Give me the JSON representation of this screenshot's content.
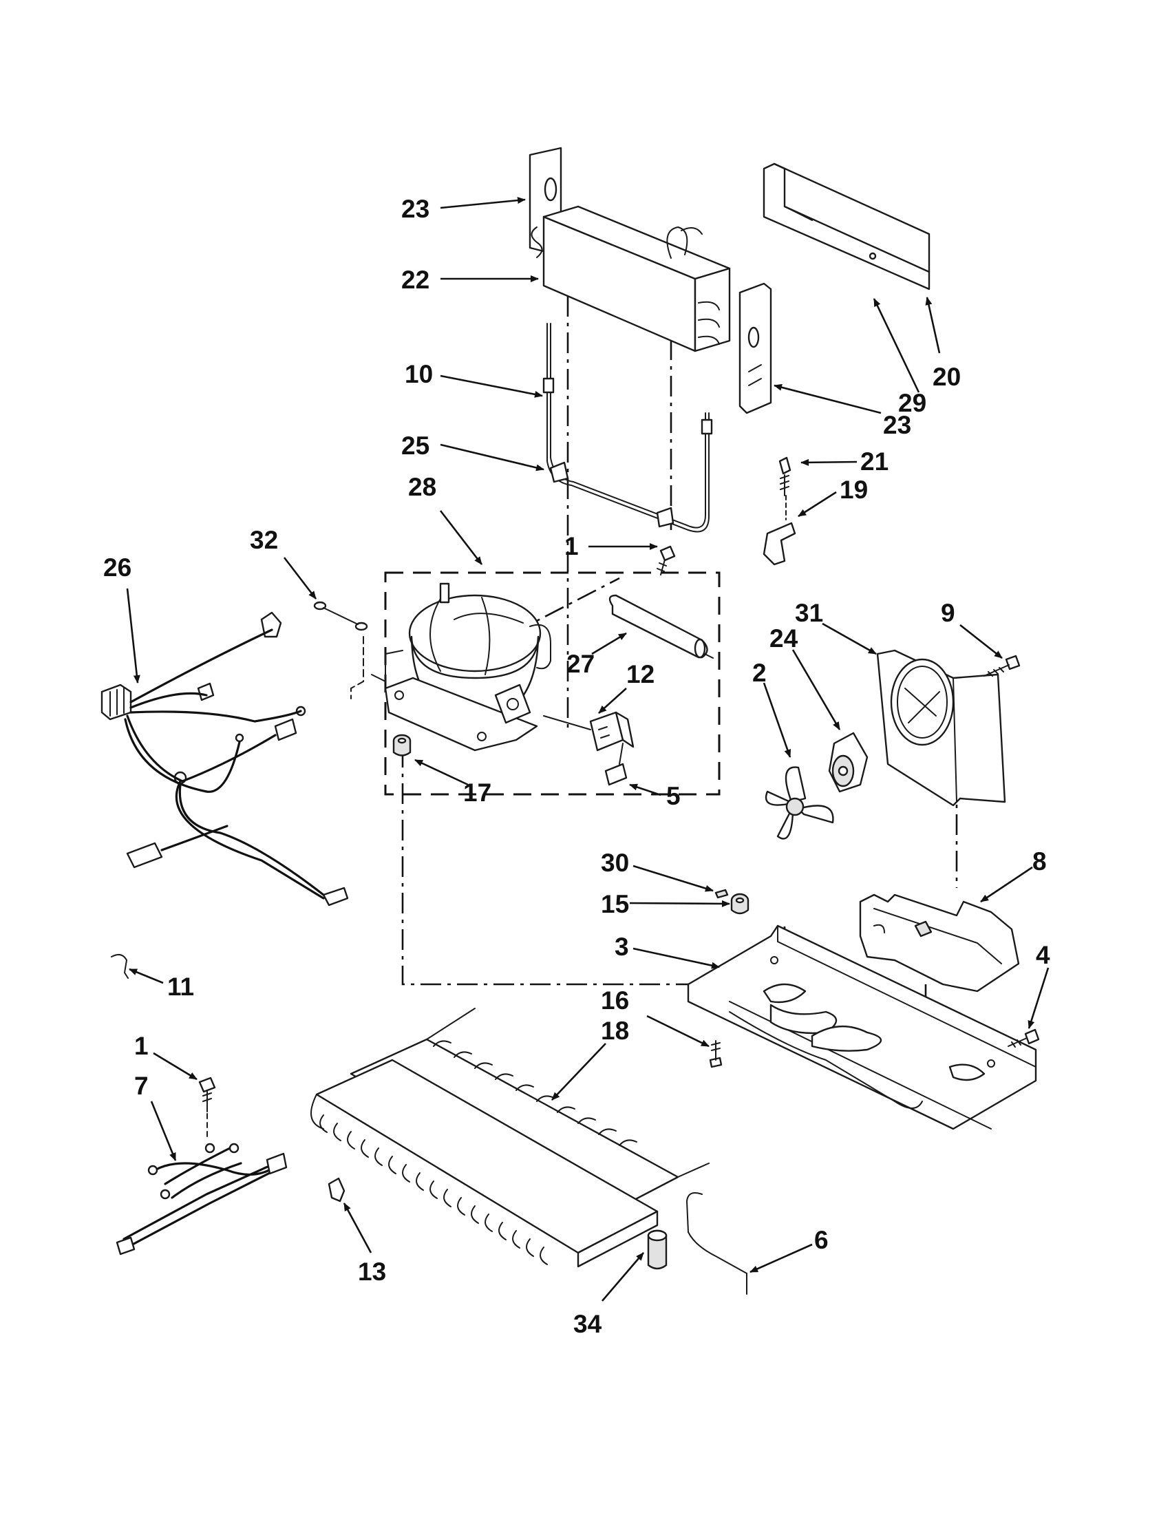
{
  "callouts": [
    {
      "id": "23",
      "text": "23"
    },
    {
      "id": "22",
      "text": "22"
    },
    {
      "id": "10",
      "text": "10"
    },
    {
      "id": "25",
      "text": "25"
    },
    {
      "id": "28",
      "text": "28"
    },
    {
      "id": "1",
      "text": "1"
    },
    {
      "id": "20",
      "text": "20"
    },
    {
      "id": "29",
      "text": "29"
    },
    {
      "id": "23b",
      "text": "23"
    },
    {
      "id": "21",
      "text": "21"
    },
    {
      "id": "19",
      "text": "19"
    },
    {
      "id": "32",
      "text": "32"
    },
    {
      "id": "26",
      "text": "26"
    },
    {
      "id": "27",
      "text": "27"
    },
    {
      "id": "12",
      "text": "12"
    },
    {
      "id": "17",
      "text": "17"
    },
    {
      "id": "5",
      "text": "5"
    },
    {
      "id": "31",
      "text": "31"
    },
    {
      "id": "9",
      "text": "9"
    },
    {
      "id": "24",
      "text": "24"
    },
    {
      "id": "2",
      "text": "2"
    },
    {
      "id": "30",
      "text": "30"
    },
    {
      "id": "8",
      "text": "8"
    },
    {
      "id": "15",
      "text": "15"
    },
    {
      "id": "3",
      "text": "3"
    },
    {
      "id": "4",
      "text": "4"
    },
    {
      "id": "11",
      "text": "11"
    },
    {
      "id": "16",
      "text": "16"
    },
    {
      "id": "18",
      "text": "18"
    },
    {
      "id": "1b",
      "text": "1"
    },
    {
      "id": "7",
      "text": "7"
    },
    {
      "id": "13",
      "text": "13"
    },
    {
      "id": "6",
      "text": "6"
    },
    {
      "id": "34",
      "text": "34"
    }
  ]
}
